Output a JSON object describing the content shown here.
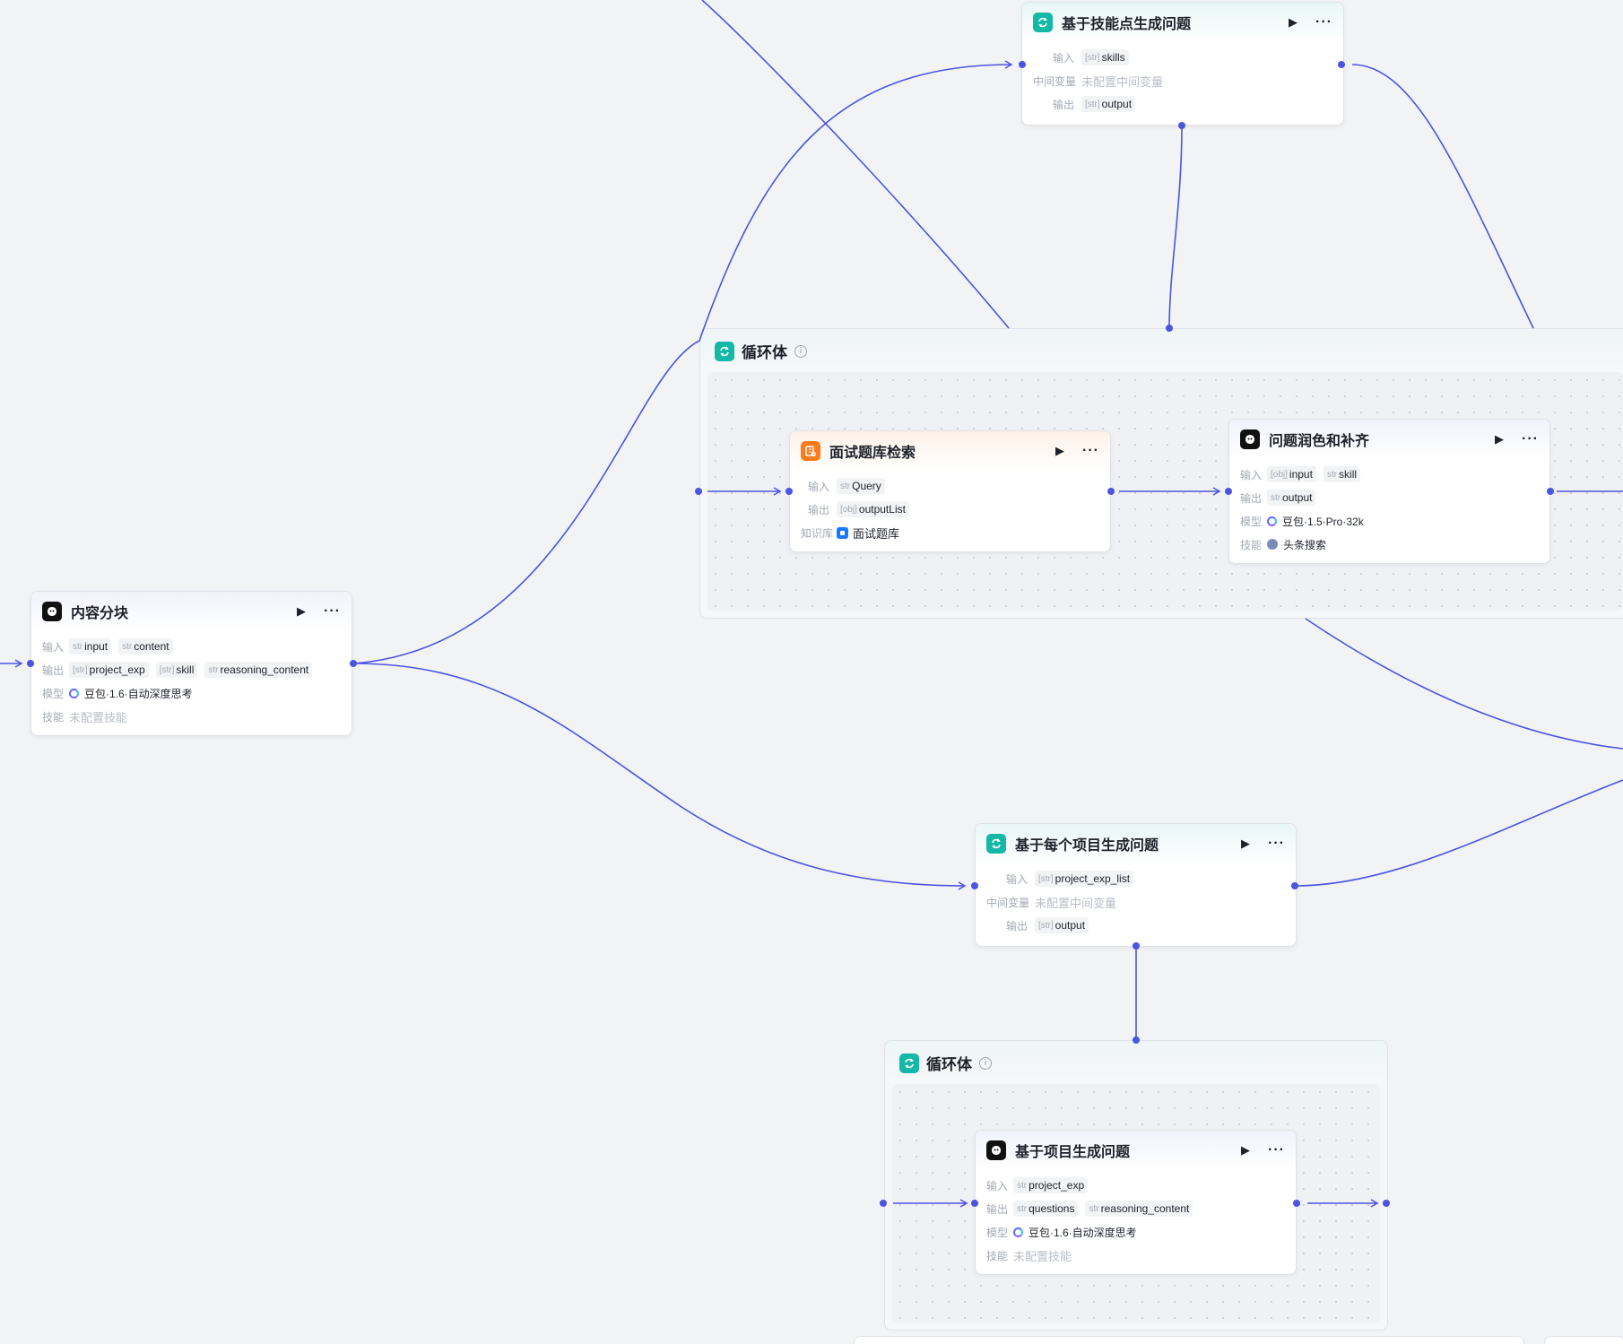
{
  "nodes": {
    "skill_loop": {
      "title": "基于技能点生成问题",
      "input_label": "输入",
      "input_type": "[str]",
      "input_name": "skills",
      "var_label": "中间变量",
      "var_value": "未配置中间变量",
      "output_label": "输出",
      "output_type": "[str]",
      "output_name": "output"
    },
    "loop_body_top": {
      "title": "循环体"
    },
    "kb_search": {
      "title": "面试题库检索",
      "input_label": "输入",
      "input_type": "str",
      "input_name": "Query",
      "output_label": "输出",
      "output_type": "[obj]",
      "output_name": "outputList",
      "kb_label": "知识库",
      "kb_value": "面试题库"
    },
    "polish": {
      "title": "问题润色和补齐",
      "input_label": "输入",
      "input1_type": "[obj]",
      "input1_name": "input",
      "input2_type": "str",
      "input2_name": "skill",
      "output_label": "输出",
      "output_type": "str",
      "output_name": "output",
      "model_label": "模型",
      "model_value": "豆包·1.5·Pro·32k",
      "skill_label": "技能",
      "skill_value": "头条搜索"
    },
    "chunk": {
      "title": "内容分块",
      "input_label": "输入",
      "input1_type": "str",
      "input1_name": "input",
      "input2_type": "str",
      "input2_name": "content",
      "output_label": "输出",
      "output1_type": "[str]",
      "output1_name": "project_exp",
      "output2_type": "[str]",
      "output2_name": "skill",
      "output3_type": "str",
      "output3_name": "reasoning_content",
      "model_label": "模型",
      "model_value": "豆包·1.6·自动深度思考",
      "skill_label": "技能",
      "skill_value": "未配置技能"
    },
    "project_loop": {
      "title": "基于每个项目生成问题",
      "input_label": "输入",
      "input_type": "[str]",
      "input_name": "project_exp_list",
      "var_label": "中间变量",
      "var_value": "未配置中间变量",
      "output_label": "输出",
      "output_type": "[str]",
      "output_name": "output"
    },
    "loop_body_bottom": {
      "title": "循环体"
    },
    "project_q": {
      "title": "基于项目生成问题",
      "input_label": "输入",
      "input_type": "str",
      "input_name": "project_exp",
      "output_label": "输出",
      "output1_type": "str",
      "output1_name": "questions",
      "output2_type": "str",
      "output2_name": "reasoning_content",
      "model_label": "模型",
      "model_value": "豆包·1.6·自动深度思考",
      "skill_label": "技能",
      "skill_value": "未配置技能"
    }
  },
  "icons": {
    "run": "play-icon",
    "more": "more-icon",
    "llm": "llm-icon",
    "loop": "loop-icon",
    "kb": "knowledge-icon",
    "info": "info-icon"
  },
  "colors": {
    "edge": "#4c54e0",
    "loop_accent": "#14b8a6",
    "kb_accent": "#ff7a1a"
  }
}
